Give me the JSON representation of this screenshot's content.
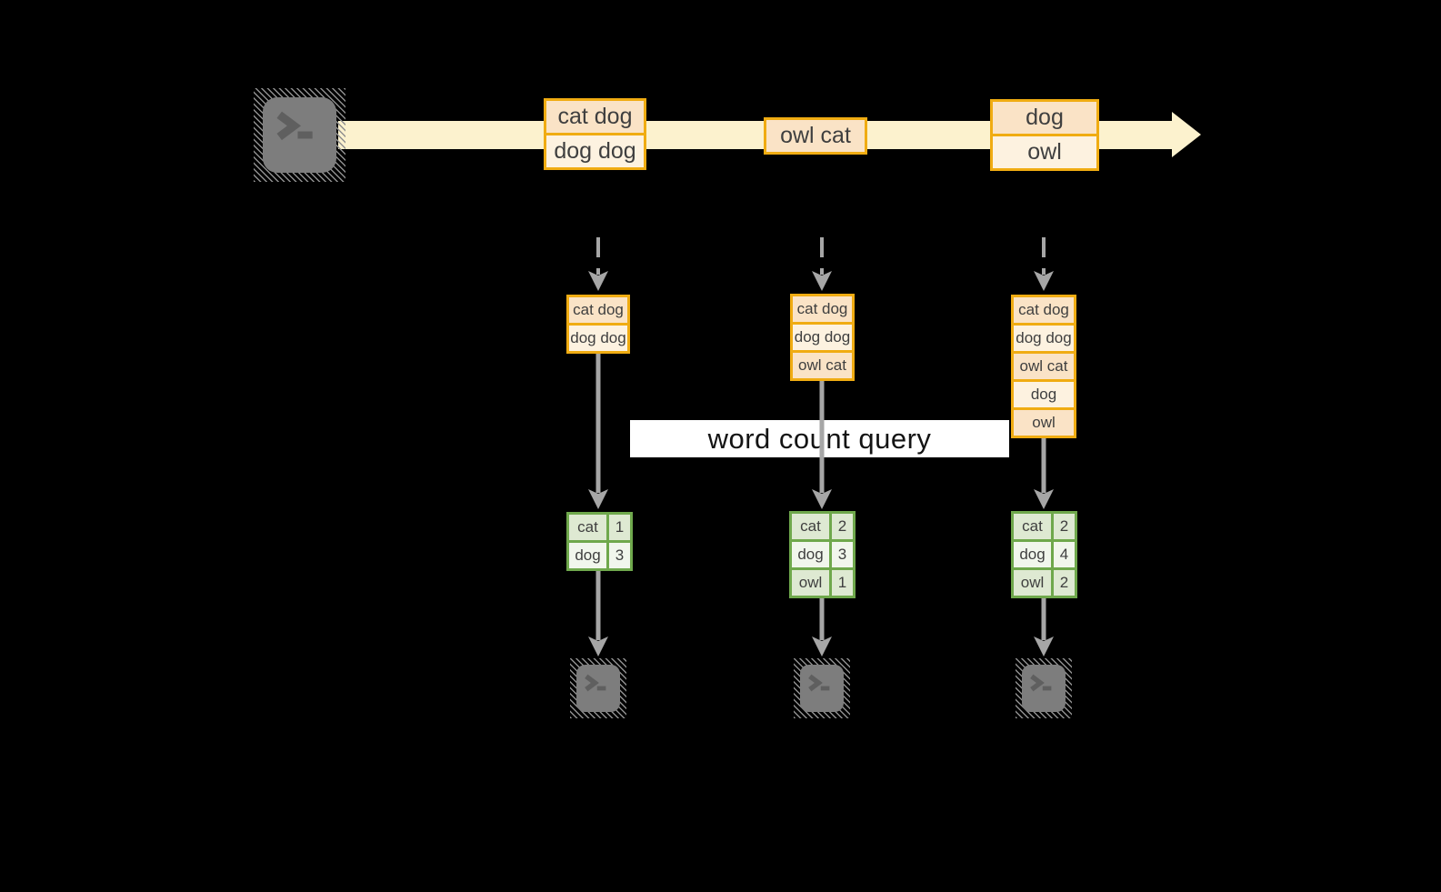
{
  "query": {
    "label": "word count query"
  },
  "colors": {
    "background": "#000000",
    "amber_border": "#F0AC12",
    "peach_fill": "#FAE3C6",
    "cream_fill": "#FDF2E0",
    "green_border": "#6FA84C",
    "green_fill_dark": "#DEE9D2",
    "green_fill_light": "#F1F6EC",
    "stream_fill": "#FCF2CE",
    "connector_gray": "#A6A6A6",
    "terminal_gray": "#7D7D7D"
  },
  "icons": {
    "producer": "terminal-icon",
    "consumers": [
      "terminal-icon",
      "terminal-icon",
      "terminal-icon"
    ]
  },
  "stream": {
    "batches": [
      {
        "rows": [
          "cat dog",
          "dog dog"
        ]
      },
      {
        "rows": [
          "owl cat"
        ]
      },
      {
        "rows": [
          "dog",
          "owl"
        ]
      }
    ]
  },
  "columns": [
    {
      "buffer": [
        "cat dog",
        "dog dog"
      ],
      "counts": [
        {
          "word": "cat",
          "count": "1"
        },
        {
          "word": "dog",
          "count": "3"
        }
      ]
    },
    {
      "buffer": [
        "cat dog",
        "dog dog",
        "owl cat"
      ],
      "counts": [
        {
          "word": "cat",
          "count": "2"
        },
        {
          "word": "dog",
          "count": "3"
        },
        {
          "word": "owl",
          "count": "1"
        }
      ]
    },
    {
      "buffer": [
        "cat dog",
        "dog dog",
        "owl cat",
        "dog",
        "owl"
      ],
      "counts": [
        {
          "word": "cat",
          "count": "2"
        },
        {
          "word": "dog",
          "count": "4"
        },
        {
          "word": "owl",
          "count": "2"
        }
      ]
    }
  ]
}
